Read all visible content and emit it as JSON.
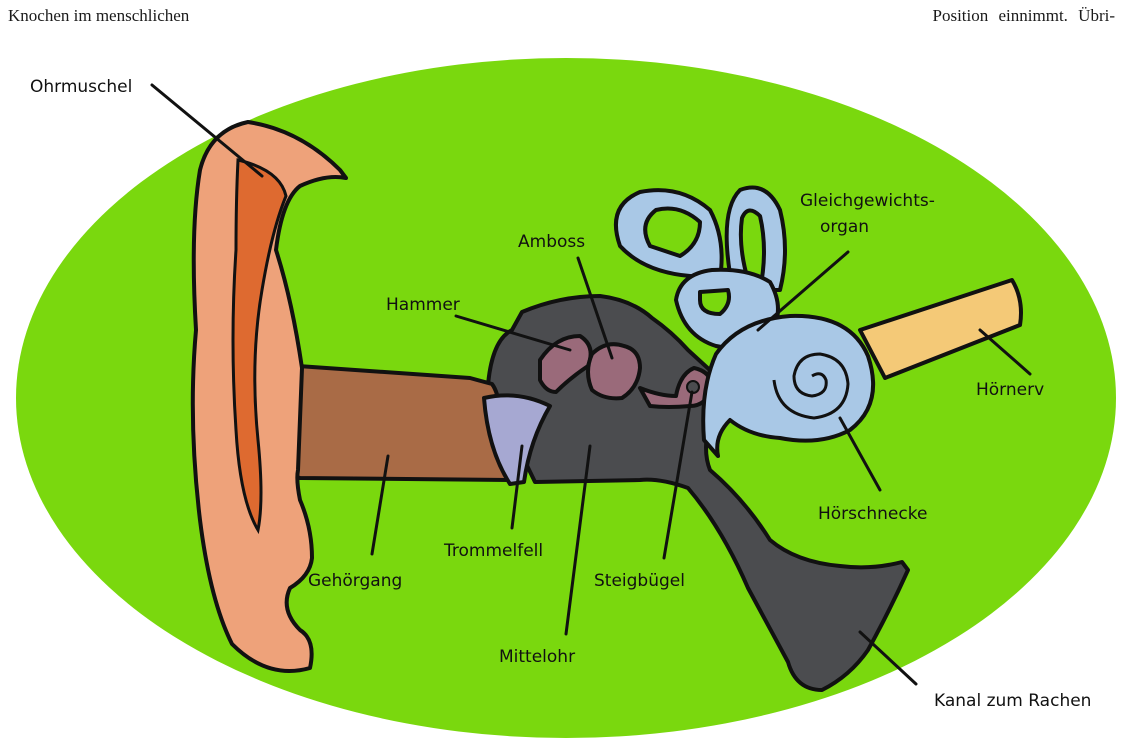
{
  "page": {
    "text_left": "Knochen im menschlichen",
    "text_right": "Position einnimmt. Übri-"
  },
  "diagram": {
    "colors": {
      "background_oval": "#7ad80e",
      "outer_ear": "#eea27a",
      "outer_ear_inner": "#de6a30",
      "ear_canal": "#a96b46",
      "middle_ear": "#4b4c4f",
      "ossicles": "#9a6a7a",
      "eardrum": "#a6a8d2",
      "inner_ear": "#a9c8e6",
      "auditory_nerve": "#f4c977"
    },
    "labels": {
      "ohrmuschel": "Ohrmuschel",
      "amboss": "Amboss",
      "hammer": "Hammer",
      "gleichgewichtsorgan_1": "Gleichgewichts-",
      "gleichgewichtsorgan_2": "organ",
      "hoernerv": "Hörnerv",
      "hoerschnecke": "Hörschnecke",
      "trommelfell": "Trommelfell",
      "steigbuegel": "Steigbügel",
      "gehoergang": "Gehörgang",
      "mittelohr": "Mittelohr",
      "kanal_zum_rachen": "Kanal zum Rachen"
    }
  }
}
